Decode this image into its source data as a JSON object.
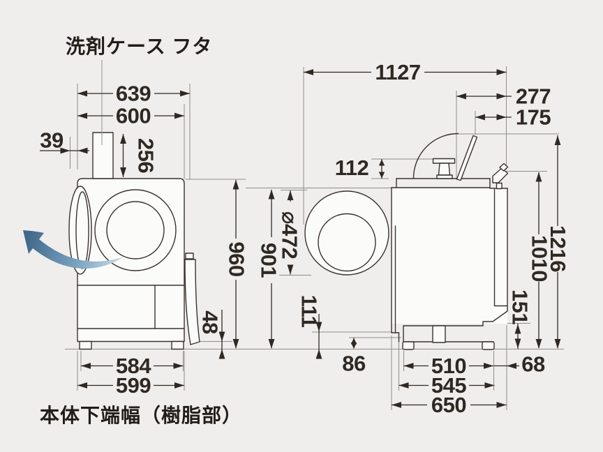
{
  "colors": {
    "dim_red": "#dc4a36",
    "dim_orange": "#ee8512",
    "dim_blue": "#4a7aa2",
    "ink": "#2f2823"
  },
  "front_view": {
    "labels": {
      "detergent_case_lid": "洗剤ケース フタ",
      "bottom_note": "本体下端幅（樹脂部）"
    },
    "dims": {
      "width_door_open": "639",
      "width_body": "600",
      "door_protrusion": "39",
      "detergent_case_height": "256",
      "height_body": "960",
      "base_height": "48",
      "bottom_width_resin": "584",
      "bottom_width": "599"
    }
  },
  "side_view": {
    "dims": {
      "depth_door_open": "1127",
      "lid_tip_to_rear": "277",
      "lid_to_rear": "175",
      "dispenser_height": "112",
      "door_diameter": "⌀472",
      "height_body": "901",
      "front_bottom_clearance": "111",
      "front_foot_height": "86",
      "feet_span": "510",
      "base_depth": "545",
      "body_depth": "650",
      "rear_protrusion": "68",
      "rear_bottom_clearance": "151",
      "height_to_inlet": "1010",
      "height_lid_open": "1216"
    }
  }
}
